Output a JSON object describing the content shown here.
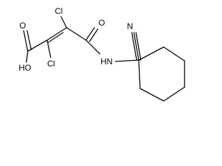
{
  "structure": {
    "atoms": {
      "cl_top": "Cl",
      "cl_bottom": "Cl",
      "carboxyl_oxygen": "O",
      "hydroxyl": "HO",
      "amide_oxygen": "O",
      "amine": "HN",
      "nitrile_nitrogen": "N"
    },
    "colors": {
      "bonds": "#000000",
      "labels": "#000000",
      "background": "#ffffff"
    }
  }
}
